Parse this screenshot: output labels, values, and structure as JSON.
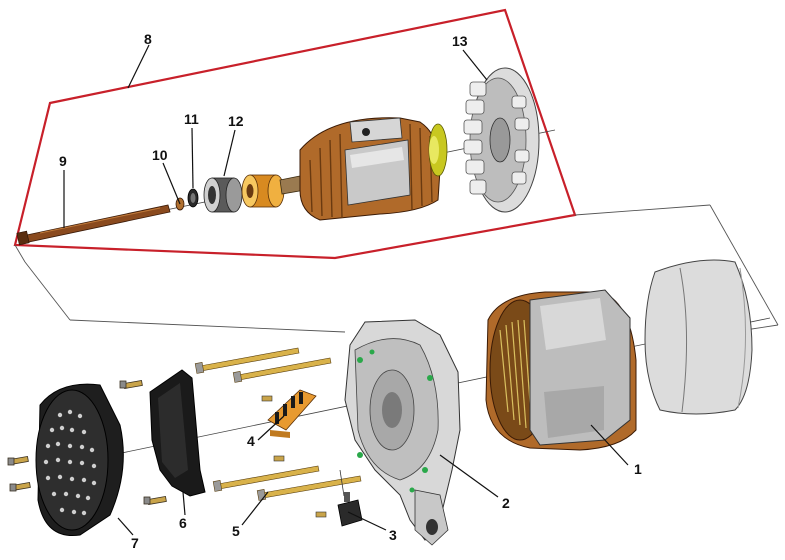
{
  "diagram": {
    "callouts": [
      {
        "id": "c1",
        "label": "1"
      },
      {
        "id": "c2",
        "label": "2"
      },
      {
        "id": "c3",
        "label": "3"
      },
      {
        "id": "c4",
        "label": "4"
      },
      {
        "id": "c5",
        "label": "5"
      },
      {
        "id": "c6",
        "label": "6"
      },
      {
        "id": "c7",
        "label": "7"
      },
      {
        "id": "c8",
        "label": "8"
      },
      {
        "id": "c9",
        "label": "9"
      },
      {
        "id": "c10",
        "label": "10"
      },
      {
        "id": "c11",
        "label": "11"
      },
      {
        "id": "c12",
        "label": "12"
      },
      {
        "id": "c13",
        "label": "13"
      }
    ],
    "colors": {
      "group_outline": "#c8202a",
      "copper": "#b06a2a",
      "steel": "#c9c9c9",
      "dark": "#2a2a2a",
      "brass": "#d9b24a",
      "orange": "#e8a030",
      "yellow_green": "#d8d83a"
    }
  }
}
